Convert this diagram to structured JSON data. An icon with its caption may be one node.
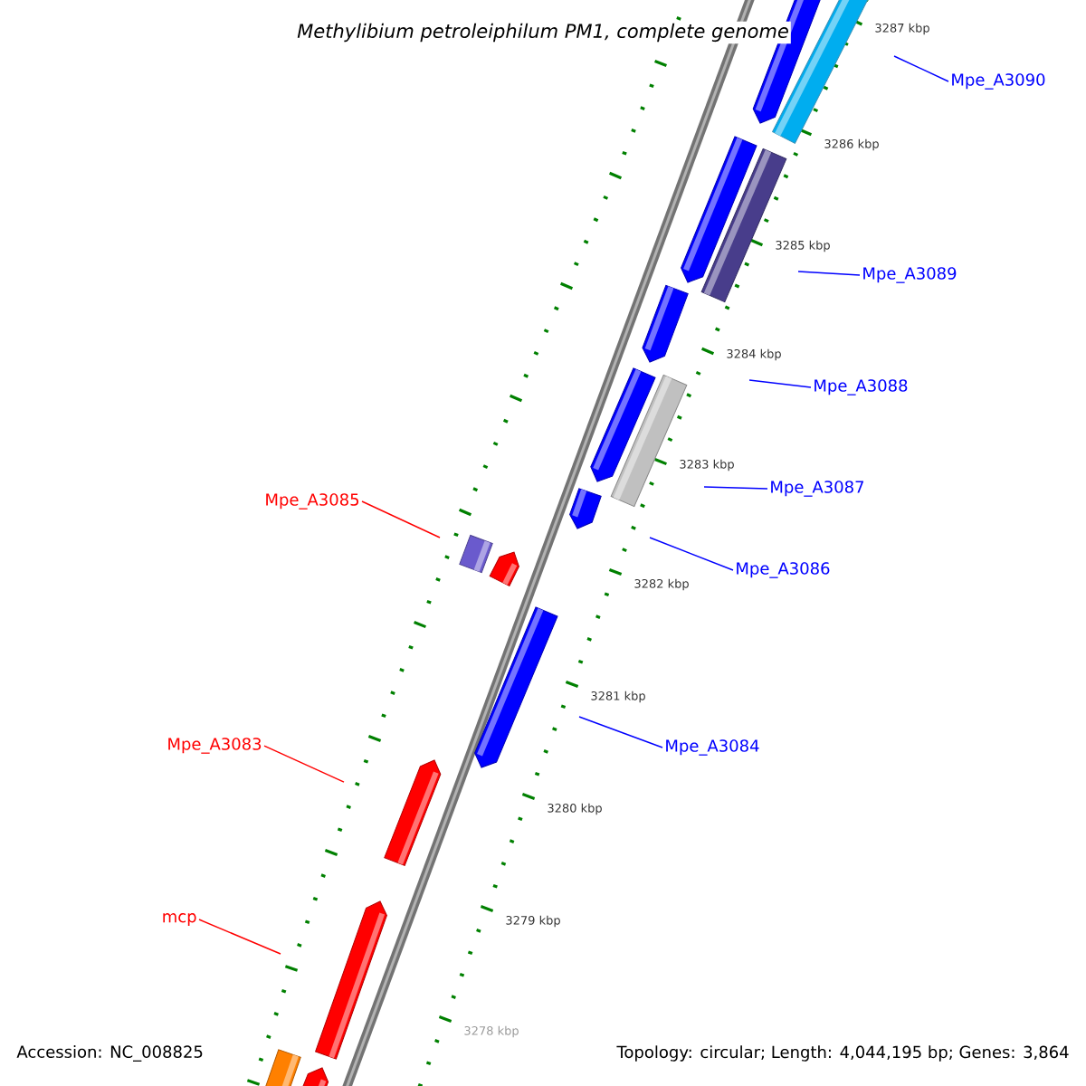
{
  "diagram": {
    "title": "Methylibium petroleiphilum PM1, complete genome",
    "nodes": [
      {
        "text": [
          "Mpe_A3090"
        ]
      },
      {
        "text": [
          "Mpe_A3089"
        ]
      },
      {
        "text": [
          "Mpe_A3088"
        ]
      },
      {
        "text": [
          "Mpe_A3087"
        ]
      },
      {
        "text": [
          "Mpe_A3085"
        ]
      },
      {
        "text": [
          "Mpe_A3086"
        ]
      },
      {
        "text": [
          "Mpe_A3083"
        ]
      },
      {
        "text": [
          "Mpe_A3084"
        ]
      },
      {
        "text": [
          "mcp"
        ]
      }
    ],
    "edges": [
      {
        "from": 0,
        "to": null,
        "arrow": "none"
      },
      {
        "from": 1,
        "to": null,
        "arrow": "none"
      },
      {
        "from": 2,
        "to": null,
        "arrow": "none"
      },
      {
        "from": 3,
        "to": null,
        "arrow": "none"
      },
      {
        "from": 4,
        "to": null,
        "arrow": "none",
        "color": "#ff0000"
      },
      {
        "from": 5,
        "to": null,
        "arrow": "none"
      },
      {
        "from": 6,
        "to": null,
        "arrow": "none",
        "color": "#ff0000"
      },
      {
        "from": 7,
        "to": null,
        "arrow": "none"
      },
      {
        "from": 8,
        "to": null,
        "arrow": "none",
        "color": "#ff0000"
      }
    ],
    "labels": [
      "3287 kbp",
      "3286 kbp",
      "3285 kbp",
      "3284 kbp",
      "3283 kbp",
      "3282 kbp",
      "3281 kbp",
      "3280 kbp",
      "3279 kbp",
      "3278 kbp",
      "Accession: NC_008825",
      "Topology: circular; Length: 4,044,195 bp; Genes: 3,864"
    ]
  }
}
